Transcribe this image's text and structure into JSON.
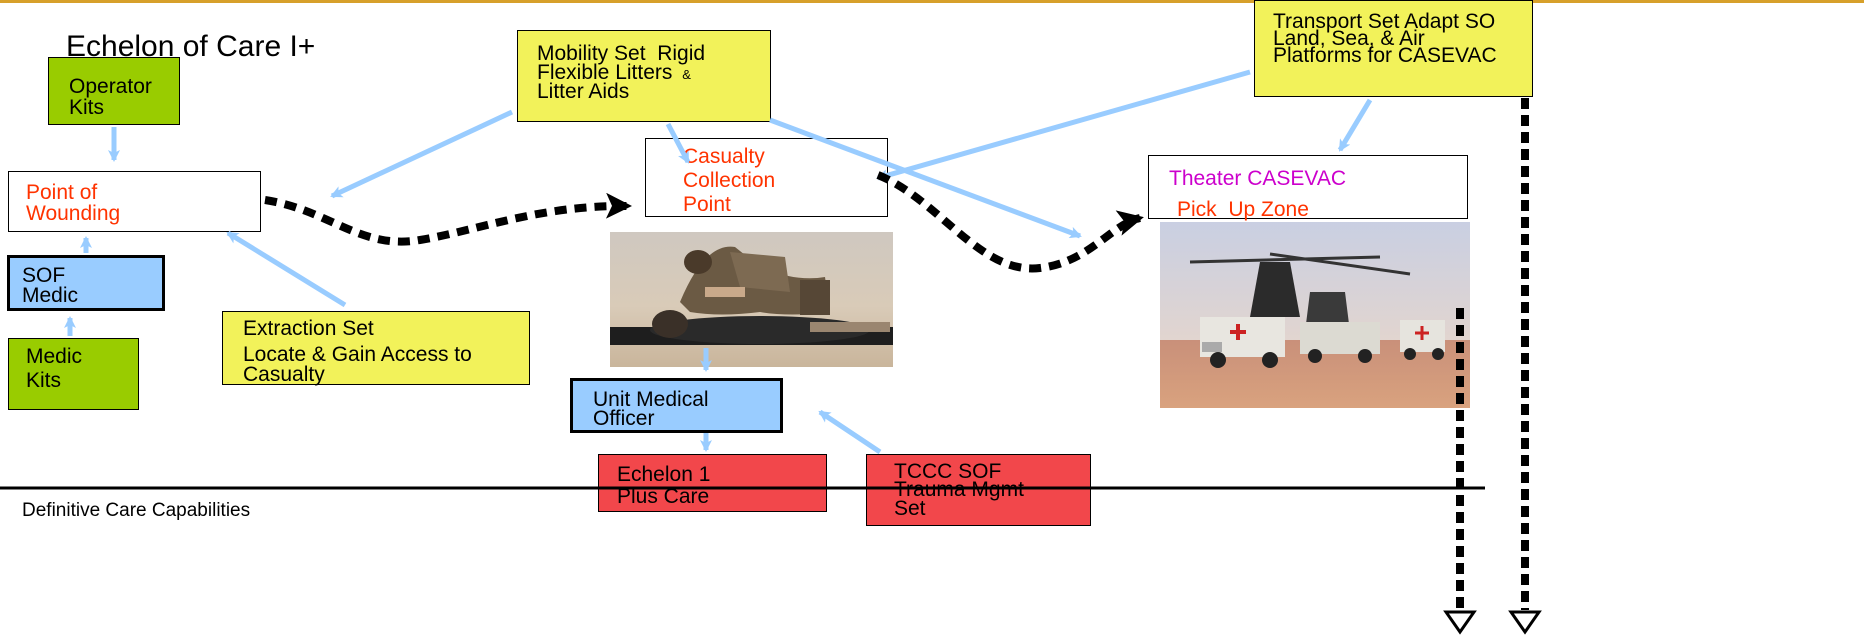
{
  "title": "Echelon of Care I+",
  "baseline_label": "Definitive Care Capabilities",
  "boxes": {
    "operator_kits": "Operator Kits",
    "point_of_wounding": "Point of Wounding",
    "sof_medic": "SOF Medic",
    "medic_kits": "Medic Kits",
    "extraction_set_line1": "Extraction Set",
    "extraction_set_line2": "Locate & Gain Access to Casualty",
    "mobility_set_line1": "Mobility Set  Rigid",
    "mobility_set_line2": "Flexible Litters",
    "mobility_set_amp": "&",
    "mobility_set_line3": "Litter Aids",
    "casualty_collection_point": "Casualty Collection Point",
    "unit_medical_officer": "Unit Medical Officer",
    "echelon_1_plus_care": "Echelon 1 Plus Care",
    "tccc_sof_trauma": "TCCC SOF Trauma Mgmt Set",
    "transport_set": "Transport Set  Adapt SO Land, Sea, & Air Platforms for CASEVAC",
    "theater_casevac": "Theater CASEVAC",
    "pick_up_zone": "Pick  Up Zone"
  },
  "colors": {
    "green_box": "#99cc00",
    "yellow_box": "#f2f25a",
    "blue_box": "#99ccff",
    "red_box": "#f2474b",
    "orange_text": "#ff3300",
    "magenta_text": "#cc00cc",
    "arrow_light_blue": "#99ccff",
    "top_rule": "#d7a02a"
  },
  "images": {
    "casualty_photo": "medic treating casualty on litter",
    "casevac_photo": "helicopter and ambulances in desert"
  }
}
